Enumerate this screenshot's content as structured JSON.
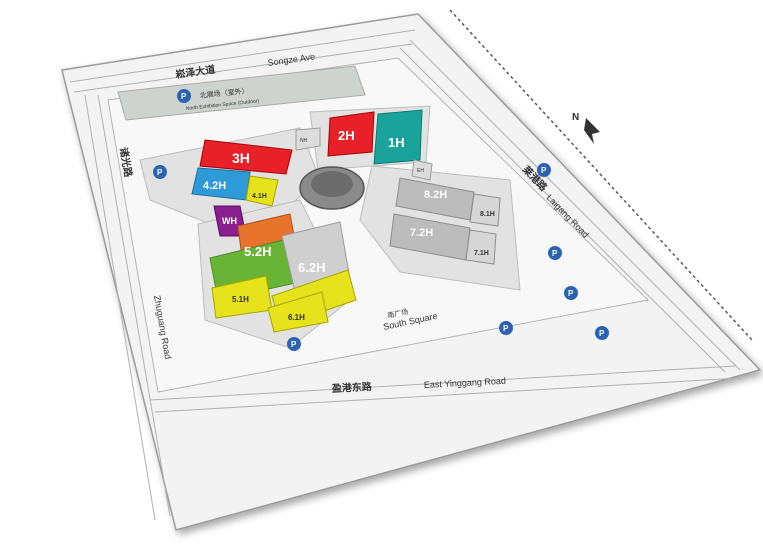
{
  "roads": {
    "north_zh": "崧泽大道",
    "north_en": "Songze Ave",
    "west_zh": "诸光路",
    "west_en": "Zhuguang Road",
    "east_zh": "莱港路",
    "east_en": "Laigang Road",
    "south_zh": "盈港东路",
    "south_en": "East Yinggang Road"
  },
  "areas": {
    "north_space_zh": "北展场（室外）",
    "north_space_en": "North Exhibition Space (Outdoor)",
    "south_square_zh": "南广场",
    "south_square_en": "South Square"
  },
  "halls": {
    "h3": "3H",
    "h2": "2H",
    "h1": "1H",
    "h42": "4.2H",
    "h41": "4.1H",
    "w": "WH",
    "h52": "5.2H",
    "h62": "6.2H",
    "h51": "5.1H",
    "h61": "6.1H",
    "h82": "8.2H",
    "h81": "8.1H",
    "h72": "7.2H",
    "h71": "7.1H",
    "nh": "NH",
    "eh": "EH"
  },
  "parking_symbol": "P",
  "compass": "N",
  "colors": {
    "hall3": "#e8202a",
    "hall2": "#e8202a",
    "hall1": "#1aa39a",
    "hall42": "#2f9ad8",
    "hall41": "#e6e21c",
    "hallW": "#8a1f8f",
    "hall52": "#e8732a",
    "hall52b": "#69b436",
    "hall6": "#e6e21c",
    "hallGray": "#bcbcbc",
    "parking": "#2b63b1",
    "ground": "#ededed"
  }
}
